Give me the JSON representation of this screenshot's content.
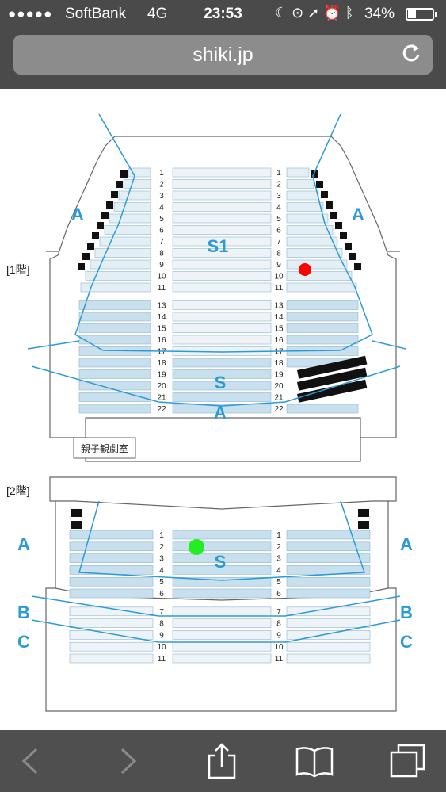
{
  "status_bar": {
    "signal": "●●●●●",
    "carrier": "SoftBank",
    "network": "4G",
    "time": "23:53",
    "battery_percent": "34%",
    "battery_level": 0.34
  },
  "browser": {
    "url": "shiki.jp"
  },
  "seatmap": {
    "floor1_label": "[1階]",
    "floor2_label": "[2階]",
    "family_room": "親子観劇室",
    "zones": {
      "a": "A",
      "s": "S",
      "s1": "S1",
      "b": "B",
      "c": "C"
    },
    "floor1_rows": [
      "1",
      "2",
      "3",
      "4",
      "5",
      "6",
      "7",
      "8",
      "9",
      "10",
      "11",
      "13",
      "14",
      "15",
      "16",
      "17",
      "18",
      "19",
      "20",
      "21",
      "22"
    ],
    "floor2_rows": [
      "1",
      "2",
      "3",
      "4",
      "5",
      "6",
      "7",
      "8",
      "9",
      "10",
      "11"
    ],
    "marker_colors": {
      "red": "#ff0000",
      "green": "#22ee22"
    },
    "accent": "#2a9bd7"
  }
}
